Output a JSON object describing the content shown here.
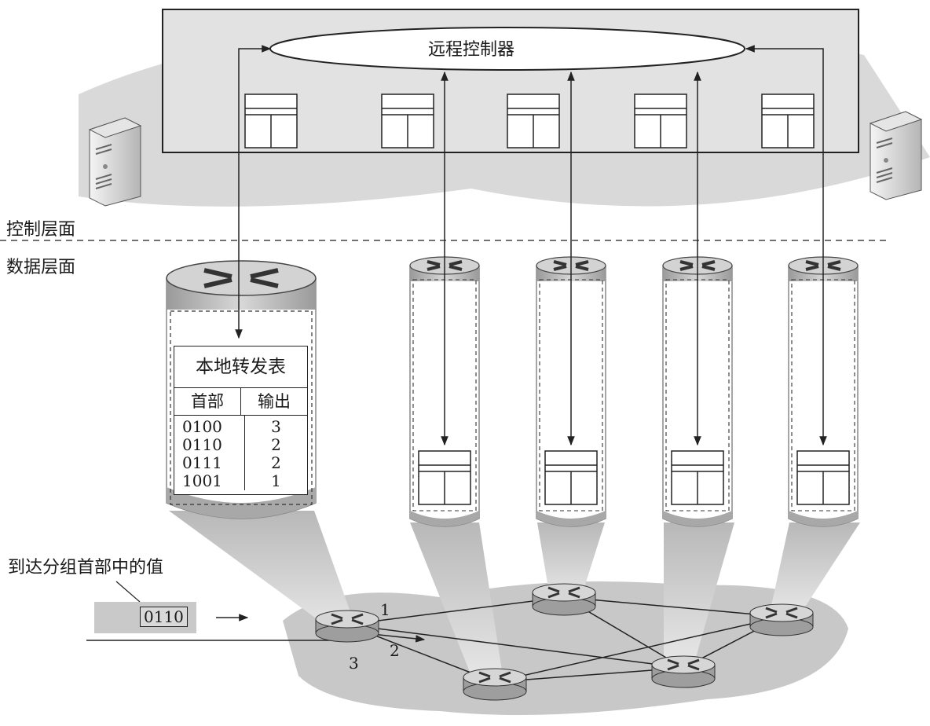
{
  "controller": {
    "label": "远程控制器"
  },
  "planes": {
    "control": "控制层面",
    "data": "数据层面"
  },
  "forwarding_table": {
    "title": "本地转发表",
    "headers": [
      "首部",
      "输出"
    ],
    "rows": [
      {
        "header": "0100",
        "output": "3"
      },
      {
        "header": "0110",
        "output": "2"
      },
      {
        "header": "0111",
        "output": "2"
      },
      {
        "header": "1001",
        "output": "1"
      }
    ]
  },
  "arrival": {
    "label": "到达分组首部中的值",
    "value": "0110"
  },
  "ports": [
    "1",
    "2",
    "3"
  ],
  "colors": {
    "shading": "#cfcfcf",
    "line": "#222222",
    "router_top": "#d4d4d4",
    "router_body": "#a8a8a8"
  },
  "icons": [
    "server-icon",
    "router-icon",
    "flow-table-icon"
  ]
}
